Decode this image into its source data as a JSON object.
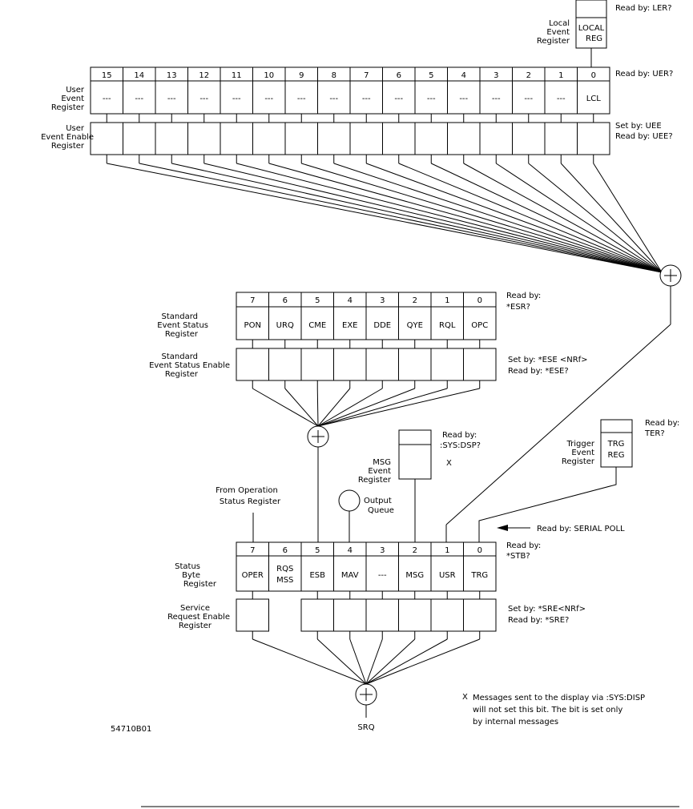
{
  "local_event_register": {
    "label_lines": [
      "Local",
      "Event",
      "Register"
    ],
    "cell_lines": [
      "LOCAL",
      "REG"
    ],
    "read_by": "Read by: LER?"
  },
  "user_event_register": {
    "label_lines": [
      "User",
      "Event",
      "Register"
    ],
    "bits": [
      "15",
      "14",
      "13",
      "12",
      "11",
      "10",
      "9",
      "8",
      "7",
      "6",
      "5",
      "4",
      "3",
      "2",
      "1",
      "0"
    ],
    "values": [
      "---",
      "---",
      "---",
      "---",
      "---",
      "---",
      "---",
      "---",
      "---",
      "---",
      "---",
      "---",
      "---",
      "---",
      "---",
      "LCL"
    ],
    "read_by": "Read by: UER?"
  },
  "user_event_enable_register": {
    "label_lines": [
      "User",
      "Event Enable",
      "Register"
    ],
    "set_by": "Set by: UEE",
    "read_by": "Read by: UEE?"
  },
  "standard_event_status_register": {
    "label_lines": [
      "Standard",
      "Event Status",
      "Register"
    ],
    "bits": [
      "7",
      "6",
      "5",
      "4",
      "3",
      "2",
      "1",
      "0"
    ],
    "values": [
      "PON",
      "URQ",
      "CME",
      "EXE",
      "DDE",
      "QYE",
      "RQL",
      "OPC"
    ],
    "read_by_lines": [
      "Read by:",
      "*ESR?"
    ]
  },
  "standard_event_status_enable_register": {
    "label_lines": [
      "Standard",
      "Event Status Enable",
      "Register"
    ],
    "set_by": "Set by: *ESE <NRf>",
    "read_by": "Read by: *ESE?"
  },
  "msg_event_register": {
    "label_lines": [
      "MSG",
      "Event",
      "Register"
    ],
    "read_by_lines": [
      "Read by:",
      ":SYS:DSP?"
    ],
    "marker": "X"
  },
  "trigger_event_register": {
    "label_lines": [
      "Trigger",
      "Event",
      "Register"
    ],
    "cell_lines": [
      "TRG",
      "REG"
    ],
    "read_by_lines": [
      "Read by:",
      "TER?"
    ]
  },
  "operation_source": {
    "label_lines": [
      "From Operation",
      "Status Register"
    ]
  },
  "output_queue": {
    "label_lines": [
      "Output",
      "Queue"
    ]
  },
  "serial_poll": {
    "label": "Read by: SERIAL POLL"
  },
  "status_byte_register": {
    "label_lines": [
      "Status",
      "Byte",
      "Register"
    ],
    "bits": [
      "7",
      "6",
      "5",
      "4",
      "3",
      "2",
      "1",
      "0"
    ],
    "value_lines": [
      [
        "OPER"
      ],
      [
        "RQS",
        "MSS"
      ],
      [
        "ESB"
      ],
      [
        "MAV"
      ],
      [
        "---"
      ],
      [
        "MSG"
      ],
      [
        "USR"
      ],
      [
        "TRG"
      ]
    ],
    "read_by_lines": [
      "Read by:",
      "*STB?"
    ]
  },
  "service_request_enable_register": {
    "label_lines": [
      "Service",
      "Request Enable",
      "Register"
    ],
    "set_by": "Set by: *SRE<NRf>",
    "read_by": "Read by: *SRE?"
  },
  "srq": {
    "label": "SRQ"
  },
  "footnote": {
    "marker": "X",
    "lines": [
      "Messages sent to the display via :SYS:DISP",
      "will not set this bit. The bit is set only",
      "by internal messages"
    ]
  },
  "figure_id": "54710B01"
}
